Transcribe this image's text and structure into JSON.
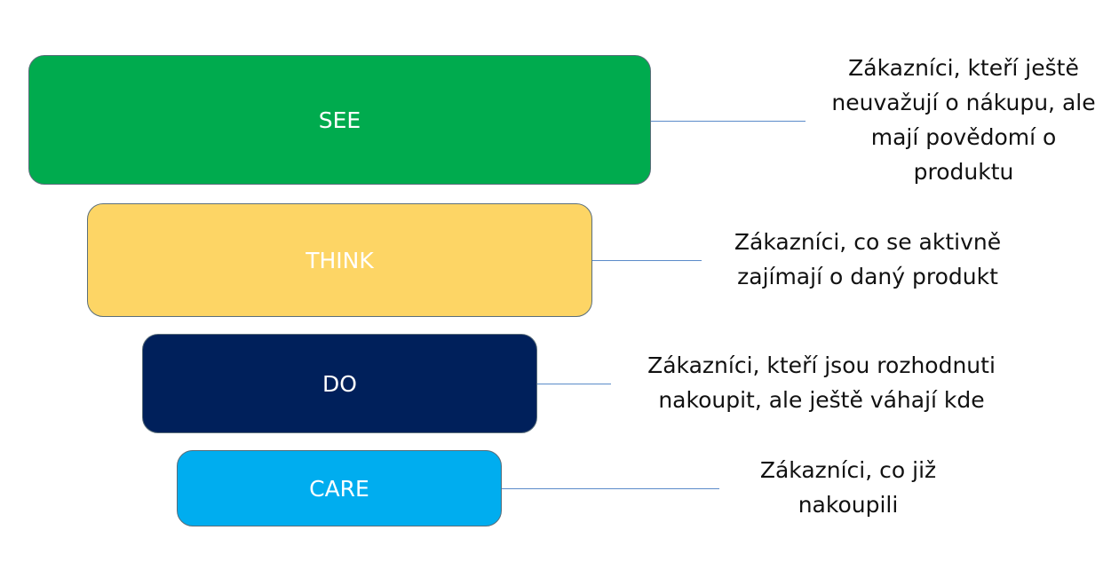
{
  "stages": [
    {
      "label": "SEE",
      "color": "#00ab4e",
      "description": [
        "Zákazníci, kteří ještě",
        "neuvažují o nákupu, ale",
        "mají povědomí o",
        "produktu"
      ]
    },
    {
      "label": "THINK",
      "color": "#fdd565",
      "description": [
        "Zákazníci, co se aktivně",
        "zajímají o daný produkt"
      ]
    },
    {
      "label": "DO",
      "color": "#00205b",
      "description": [
        "Zákazníci, kteří jsou rozhodnuti",
        "nakoupit, ale ještě váhají kde"
      ]
    },
    {
      "label": "CARE",
      "color": "#00adef",
      "description": [
        "Zákazníci, co již",
        "nakoupili"
      ]
    }
  ]
}
